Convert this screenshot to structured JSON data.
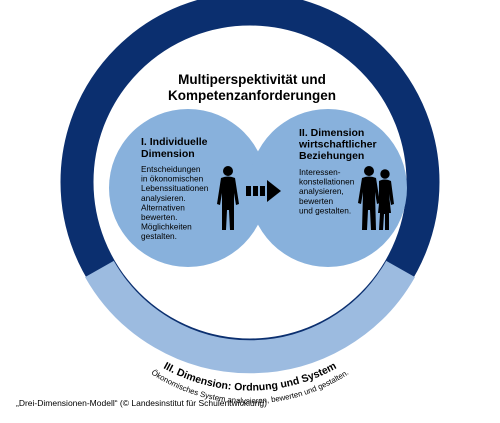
{
  "colors": {
    "ring_dark": "#0b2f6f",
    "ring_light": "#9cbbe0",
    "circle_fill": "#88b1dc",
    "text": "#000000",
    "figure": "#000000"
  },
  "icons": {
    "person": "person-silhouette-icon",
    "pair": "two-people-silhouette-icon",
    "arrow": "dashed-arrow-icon"
  },
  "title": {
    "line1": "Multiperspektivität und",
    "line2": "Kompetenzanforderungen"
  },
  "dim1": {
    "heading": [
      "I. Individuelle",
      "Dimension"
    ],
    "body": [
      "Entscheidungen",
      "in ökonomischen",
      "Lebenssituationen",
      "analysieren.",
      "Alternativen",
      "bewerten.",
      "Möglichkeiten",
      "gestalten."
    ]
  },
  "dim2": {
    "heading": [
      "II. Dimension",
      "wirtschaftlicher",
      "Beziehungen"
    ],
    "body": [
      "Interessen-",
      "konstellationen",
      "analysieren,",
      "bewerten",
      "und gestalten."
    ]
  },
  "dim3": {
    "heading": "III. Dimension: Ordnung und System",
    "body": "Ökonomisches System analysieren, bewerten und gestalten."
  },
  "caption": "„Drei-Dimensionen-Modell“ (© Landesinstitut für Schulentwicklung)"
}
